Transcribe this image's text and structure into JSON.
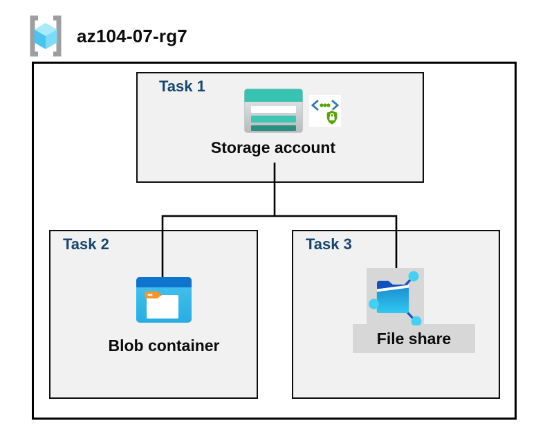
{
  "resource_group": {
    "name": "az104-07-rg7",
    "icon": "resource-group-icon"
  },
  "tasks": [
    {
      "label": "Task 1",
      "item_label": "Storage account",
      "icons": [
        "storage-account-icon",
        "sas-security-icon"
      ]
    },
    {
      "label": "Task 2",
      "item_label": "Blob container",
      "icons": [
        "blob-container-icon"
      ]
    },
    {
      "label": "Task 3",
      "item_label": "File share",
      "icons": [
        "file-share-icon"
      ]
    }
  ],
  "connections": [
    {
      "from": "Storage account",
      "to": "Blob container"
    },
    {
      "from": "Storage account",
      "to": "File share"
    }
  ],
  "colors": {
    "task_label": "#17466E",
    "box_background": "#F1F1F1",
    "border_black": "#000000",
    "storage_teal": "#37C2B1",
    "storage_teal_light": "#3EC6B4",
    "storage_teal_dark": "#2B8E81",
    "blob_bar_blue": "#0F74CE",
    "blob_body_blue": "#35BCEC",
    "tab_orange": "#F79426",
    "fileshare_folder_blue": "#1F9AD7",
    "fileshare_flap_blue": "#1250BE",
    "fileshare_node_cyan": "#45D0F3",
    "security_green": "#57A305",
    "bracket_gray": "#9E9EA0",
    "cube_top": "#A9EAFB",
    "cube_left": "#4AC4EC",
    "cube_right": "#7CDCF7",
    "label_band_gray": "#D7D7D7"
  }
}
